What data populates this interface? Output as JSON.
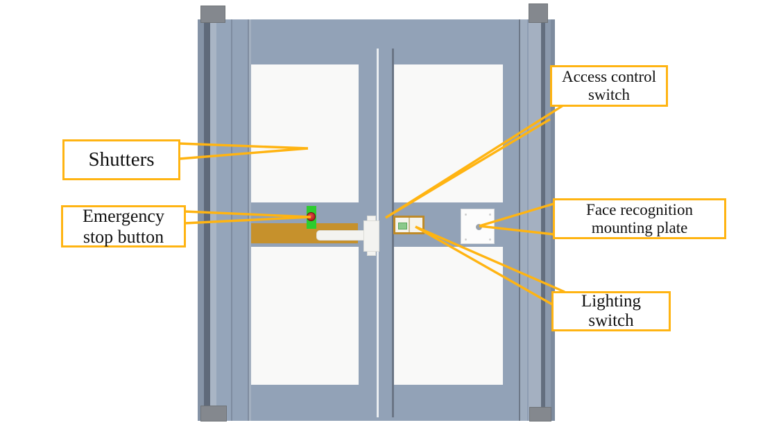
{
  "callouts": {
    "shutters": {
      "text": "Shutters"
    },
    "emergency_stop": {
      "line1": "Emergency",
      "line2": "stop button"
    },
    "access_control": {
      "line1": "Access control",
      "line2": "switch"
    },
    "face_recognition": {
      "line1": "Face recognition",
      "line2": "mounting plate"
    },
    "lighting": {
      "line1": "Lighting",
      "line2": "switch"
    }
  },
  "colors": {
    "callout_accent": "#FFB412",
    "door_frame_gray_blue": "#92A2B7",
    "frame_dark_stripe": "#5F6A7A",
    "panel_white": "#F9F9F8",
    "mid_rail_tan": "#C6912C",
    "emergency_housing_green": "#2ECC2E",
    "emergency_button_red": "#C02828",
    "corner_cap_gray": "#84888E",
    "handle_white": "#F3F3F0"
  }
}
